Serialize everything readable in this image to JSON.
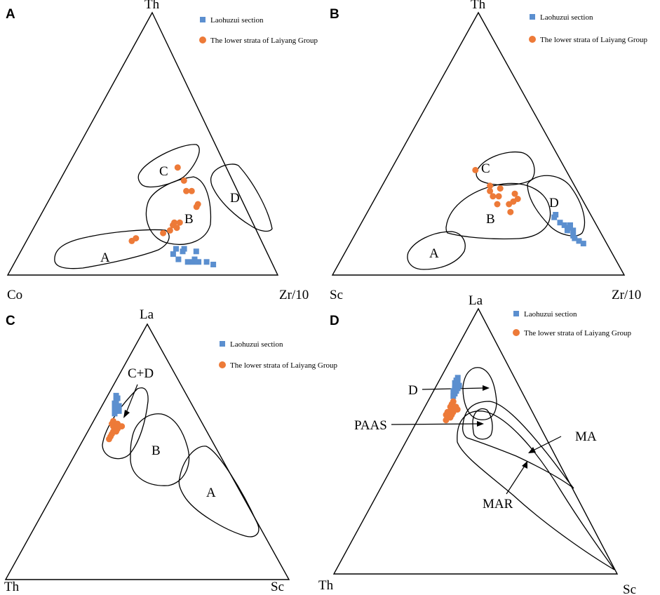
{
  "colors": {
    "laohuzui": "#5b8fcf",
    "laiyang": "#ed7a38"
  },
  "legend": {
    "laohuzui": "Laohuzui section",
    "laiyang_A": "The lower strata of Laiyang Group",
    "laiyang_C": "The lower strata of  Laiyang Group",
    "laiyang_D": "The lower strata of  Laiyang Group"
  },
  "chart_data": [
    {
      "type": "scatter",
      "subtype": "ternary",
      "panel": "A",
      "apices": {
        "top": "Th",
        "left": "Co",
        "right": "Zr/10"
      },
      "fields": [
        "A",
        "B",
        "C",
        "D"
      ],
      "series": [
        {
          "name": "Laohuzui section",
          "marker": "square",
          "points": [
            [
              0.04,
              0.22,
              0.74
            ],
            [
              0.05,
              0.24,
              0.71
            ],
            [
              0.05,
              0.27,
              0.68
            ],
            [
              0.05,
              0.31,
              0.64
            ],
            [
              0.06,
              0.34,
              0.6
            ],
            [
              0.06,
              0.28,
              0.66
            ],
            [
              0.09,
              0.26,
              0.65
            ],
            [
              0.1,
              0.3,
              0.6
            ],
            [
              0.08,
              0.35,
              0.57
            ],
            [
              0.1,
              0.33,
              0.57
            ],
            [
              0.05,
              0.29,
              0.66
            ],
            [
              0.09,
              0.31,
              0.6
            ]
          ]
        },
        {
          "name": "The lower strata of Laiyang Group",
          "marker": "circle",
          "points": [
            [
              0.41,
              0.18,
              0.41
            ],
            [
              0.36,
              0.18,
              0.46
            ],
            [
              0.32,
              0.17,
              0.51
            ],
            [
              0.32,
              0.19,
              0.49
            ],
            [
              0.27,
              0.17,
              0.56
            ],
            [
              0.26,
              0.18,
              0.56
            ],
            [
              0.2,
              0.27,
              0.53
            ],
            [
              0.2,
              0.29,
              0.51
            ],
            [
              0.17,
              0.32,
              0.51
            ],
            [
              0.16,
              0.35,
              0.49
            ],
            [
              0.19,
              0.3,
              0.51
            ],
            [
              0.18,
              0.29,
              0.53
            ],
            [
              0.14,
              0.46,
              0.4
            ],
            [
              0.13,
              0.48,
              0.39
            ]
          ]
        }
      ]
    },
    {
      "type": "scatter",
      "subtype": "ternary",
      "panel": "B",
      "apices": {
        "top": "Th",
        "left": "Sc",
        "right": "Zr/10"
      },
      "fields": [
        "A",
        "B",
        "C",
        "D"
      ],
      "series": [
        {
          "name": "Laohuzui section",
          "marker": "square",
          "points": [
            [
              0.22,
              0.13,
              0.65
            ],
            [
              0.2,
              0.12,
              0.68
            ],
            [
              0.19,
              0.11,
              0.7
            ],
            [
              0.18,
              0.1,
              0.72
            ],
            [
              0.17,
              0.09,
              0.74
            ],
            [
              0.15,
              0.1,
              0.75
            ],
            [
              0.14,
              0.1,
              0.76
            ],
            [
              0.13,
              0.09,
              0.78
            ],
            [
              0.19,
              0.09,
              0.72
            ],
            [
              0.12,
              0.08,
              0.8
            ],
            [
              0.17,
              0.11,
              0.72
            ],
            [
              0.23,
              0.12,
              0.65
            ]
          ]
        },
        {
          "name": "The lower strata of Laiyang Group",
          "marker": "circle",
          "points": [
            [
              0.4,
              0.31,
              0.29
            ],
            [
              0.34,
              0.29,
              0.37
            ],
            [
              0.32,
              0.3,
              0.38
            ],
            [
              0.33,
              0.26,
              0.41
            ],
            [
              0.3,
              0.3,
              0.4
            ],
            [
              0.31,
              0.22,
              0.47
            ],
            [
              0.29,
              0.22,
              0.49
            ],
            [
              0.27,
              0.26,
              0.47
            ],
            [
              0.27,
              0.3,
              0.43
            ],
            [
              0.24,
              0.27,
              0.49
            ],
            [
              0.3,
              0.28,
              0.42
            ],
            [
              0.28,
              0.24,
              0.48
            ]
          ]
        }
      ]
    },
    {
      "type": "scatter",
      "subtype": "ternary",
      "panel": "C",
      "apices": {
        "top": "La",
        "left": "Th",
        "right": "Sc"
      },
      "fields": [
        "C+D",
        "B",
        "A"
      ],
      "series": [
        {
          "name": "Laohuzui section",
          "marker": "square",
          "points": [
            [
              0.72,
              0.25,
              0.03
            ],
            [
              0.71,
              0.25,
              0.04
            ],
            [
              0.7,
              0.26,
              0.04
            ],
            [
              0.69,
              0.27,
              0.04
            ],
            [
              0.68,
              0.27,
              0.05
            ],
            [
              0.67,
              0.28,
              0.05
            ],
            [
              0.67,
              0.27,
              0.06
            ],
            [
              0.68,
              0.26,
              0.06
            ],
            [
              0.66,
              0.28,
              0.06
            ],
            [
              0.66,
              0.27,
              0.07
            ],
            [
              0.65,
              0.29,
              0.06
            ]
          ]
        },
        {
          "name": "The lower strata of  Laiyang Group",
          "marker": "circle",
          "points": [
            [
              0.62,
              0.31,
              0.07
            ],
            [
              0.61,
              0.32,
              0.07
            ],
            [
              0.6,
              0.32,
              0.08
            ],
            [
              0.6,
              0.31,
              0.09
            ],
            [
              0.6,
              0.3,
              0.1
            ],
            [
              0.59,
              0.32,
              0.09
            ],
            [
              0.59,
              0.31,
              0.1
            ],
            [
              0.58,
              0.33,
              0.09
            ],
            [
              0.58,
              0.32,
              0.1
            ],
            [
              0.57,
              0.34,
              0.09
            ],
            [
              0.56,
              0.35,
              0.09
            ],
            [
              0.55,
              0.36,
              0.09
            ],
            [
              0.61,
              0.3,
              0.09
            ],
            [
              0.6,
              0.29,
              0.11
            ]
          ]
        }
      ]
    },
    {
      "type": "scatter",
      "subtype": "ternary",
      "panel": "D",
      "apices": {
        "top": "La",
        "left": "Th",
        "right": "Sc"
      },
      "fields": [
        "D",
        "PAAS",
        "MA",
        "MAR"
      ],
      "series": [
        {
          "name": "Laohuzui section",
          "marker": "square",
          "points": [
            [
              0.74,
              0.2,
              0.06
            ],
            [
              0.73,
              0.21,
              0.06
            ],
            [
              0.72,
              0.21,
              0.07
            ],
            [
              0.71,
              0.22,
              0.07
            ],
            [
              0.7,
              0.23,
              0.07
            ],
            [
              0.69,
              0.23,
              0.08
            ],
            [
              0.69,
              0.24,
              0.07
            ],
            [
              0.7,
              0.22,
              0.08
            ],
            [
              0.68,
              0.24,
              0.08
            ],
            [
              0.67,
              0.25,
              0.08
            ],
            [
              0.72,
              0.22,
              0.06
            ],
            [
              0.71,
              0.21,
              0.08
            ]
          ]
        },
        {
          "name": "The lower strata of  Laiyang Group",
          "marker": "circle",
          "points": [
            [
              0.65,
              0.26,
              0.09
            ],
            [
              0.64,
              0.27,
              0.09
            ],
            [
              0.63,
              0.28,
              0.09
            ],
            [
              0.63,
              0.27,
              0.1
            ],
            [
              0.62,
              0.28,
              0.1
            ],
            [
              0.62,
              0.27,
              0.11
            ],
            [
              0.61,
              0.29,
              0.1
            ],
            [
              0.61,
              0.28,
              0.11
            ],
            [
              0.6,
              0.3,
              0.1
            ],
            [
              0.6,
              0.29,
              0.11
            ],
            [
              0.59,
              0.31,
              0.1
            ],
            [
              0.58,
              0.32,
              0.1
            ],
            [
              0.63,
              0.26,
              0.11
            ],
            [
              0.62,
              0.26,
              0.12
            ],
            [
              0.61,
              0.3,
              0.09
            ],
            [
              0.6,
              0.31,
              0.09
            ],
            [
              0.59,
              0.3,
              0.11
            ]
          ]
        }
      ]
    }
  ]
}
